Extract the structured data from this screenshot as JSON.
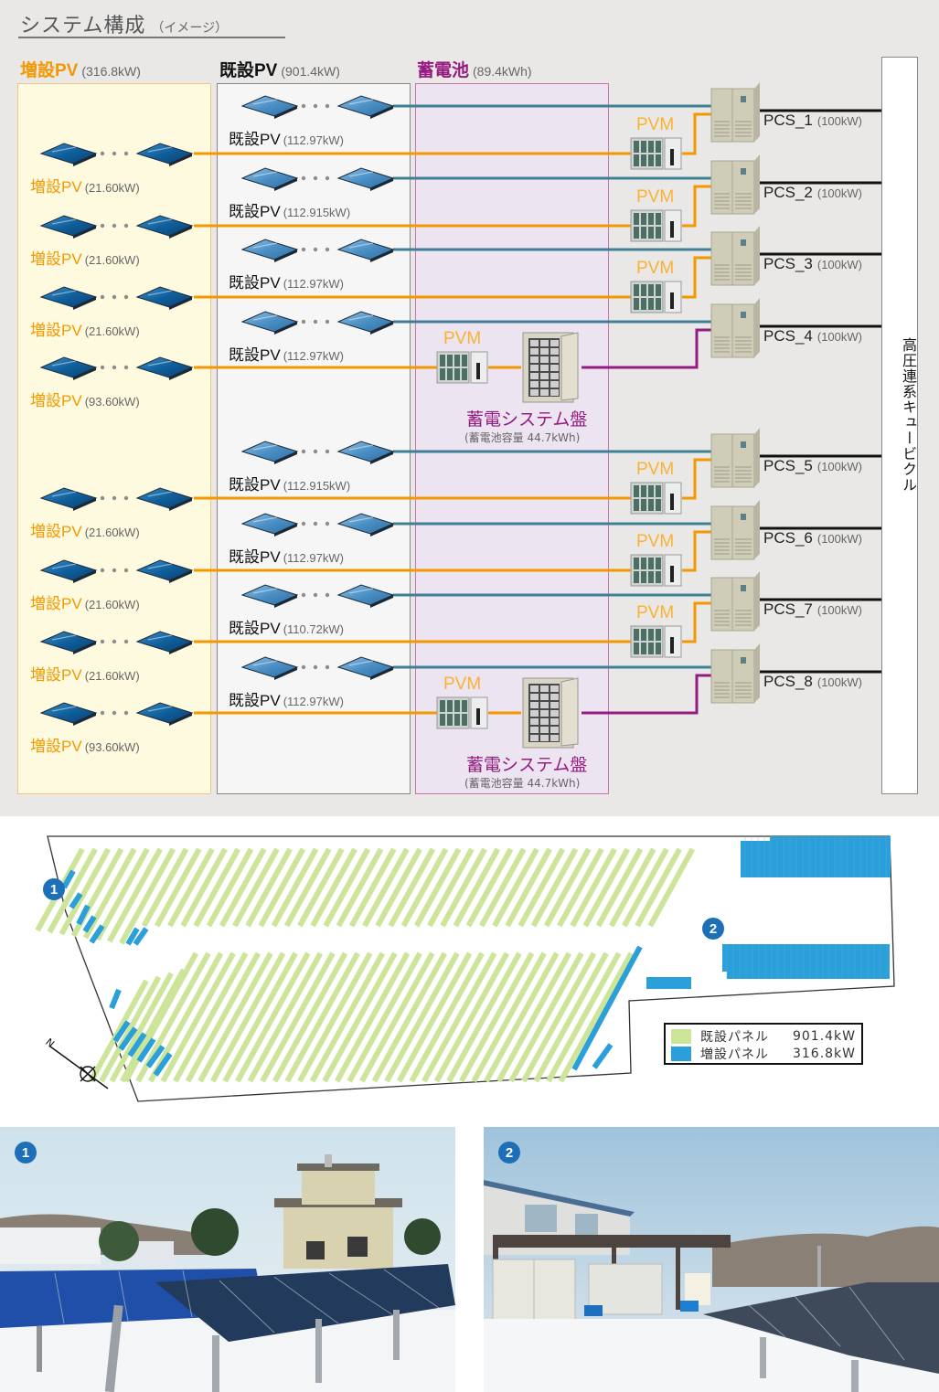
{
  "header": {
    "title": "システム構成",
    "subtitle": "（イメージ）"
  },
  "columns": {
    "added": {
      "label": "増設PV",
      "capacity": "(316.8kW)",
      "color": "#f39800"
    },
    "existing": {
      "label": "既設PV",
      "capacity": "(901.4kW)",
      "color": "#111111"
    },
    "battery": {
      "label": "蓄電池",
      "capacity": "(89.4kWh)",
      "color": "#951b81"
    }
  },
  "added_pv": [
    {
      "label": "増設PV",
      "kw": "(21.60kW)"
    },
    {
      "label": "増設PV",
      "kw": "(21.60kW)"
    },
    {
      "label": "増設PV",
      "kw": "(21.60kW)"
    },
    {
      "label": "増設PV",
      "kw": "(93.60kW)"
    },
    {
      "label": "増設PV",
      "kw": "(21.60kW)"
    },
    {
      "label": "増設PV",
      "kw": "(21.60kW)"
    },
    {
      "label": "増設PV",
      "kw": "(21.60kW)"
    },
    {
      "label": "増設PV",
      "kw": "(93.60kW)"
    }
  ],
  "existing_pv": [
    {
      "label": "既設PV",
      "kw": "(112.97kW)"
    },
    {
      "label": "既設PV",
      "kw": "(112.915kW)"
    },
    {
      "label": "既設PV",
      "kw": "(112.97kW)"
    },
    {
      "label": "既設PV",
      "kw": "(112.97kW)"
    },
    {
      "label": "既設PV",
      "kw": "(112.915kW)"
    },
    {
      "label": "既設PV",
      "kw": "(112.97kW)"
    },
    {
      "label": "既設PV",
      "kw": "(110.72kW)"
    },
    {
      "label": "既設PV",
      "kw": "(112.97kW)"
    }
  ],
  "pvm_label": "PVM",
  "pcs": [
    {
      "name": "PCS_1",
      "kw": "(100kW)"
    },
    {
      "name": "PCS_2",
      "kw": "(100kW)"
    },
    {
      "name": "PCS_3",
      "kw": "(100kW)"
    },
    {
      "name": "PCS_4",
      "kw": "(100kW)"
    },
    {
      "name": "PCS_5",
      "kw": "(100kW)"
    },
    {
      "name": "PCS_6",
      "kw": "(100kW)"
    },
    {
      "name": "PCS_7",
      "kw": "(100kW)"
    },
    {
      "name": "PCS_8",
      "kw": "(100kW)"
    }
  ],
  "battery_units": [
    {
      "name": "蓄電システム盤",
      "capacity": "(蓄電池容量 44.7kWh)"
    },
    {
      "name": "蓄電システム盤",
      "capacity": "(蓄電池容量 44.7kWh)"
    }
  ],
  "cubicle_label": "高圧連系キュービクル",
  "wire_colors": {
    "existing": "#3f7f95",
    "added": "#f39800",
    "battery": "#951b81",
    "grid": "#111111"
  },
  "layout_map": {
    "legend": [
      {
        "label": "既設パネル",
        "value": "901.4kW",
        "color": "#cde59b"
      },
      {
        "label": "増設パネル",
        "value": "316.8kW",
        "color": "#2b9fd9"
      }
    ],
    "markers": [
      "1",
      "2"
    ],
    "compass": "N"
  },
  "photos": [
    {
      "marker": "1",
      "caption_icon": "solar-array-photo"
    },
    {
      "marker": "2",
      "caption_icon": "battery-facility-photo"
    }
  ]
}
